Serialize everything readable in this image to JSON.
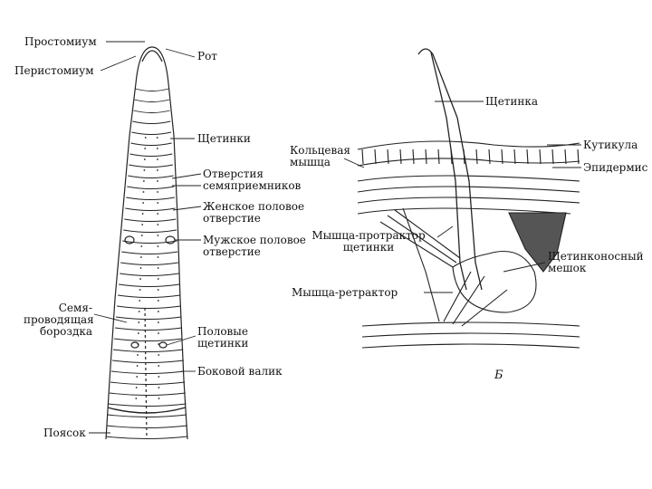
{
  "figure": {
    "panel_b_letter": "Б",
    "left_labels": {
      "prostomium": "Простомиум",
      "peristomium": "Перистомиум",
      "mouth": "Рот",
      "setae": "Щетинки",
      "spermathecal_openings": "Отверстия семяприемников",
      "female_pore": "Женское половое отверстие",
      "male_pore": "Мужское половое отверстие",
      "seminal_groove": "Семя-проводящая бороздка",
      "genital_setae": "Половые щетинки",
      "lateral_ridge": "Боковой валик",
      "clitellum": "Поясок"
    },
    "right_labels": {
      "seta": "Щетинка",
      "circular_muscle": "Кольцевая мышца",
      "cuticle": "Кутикула",
      "epidermis": "Эпидермис",
      "protractor": "Мышца-протрактор щетинки",
      "retractor": "Мышца-ретрактор",
      "setal_sac": "Щетинконосный мешок"
    }
  }
}
